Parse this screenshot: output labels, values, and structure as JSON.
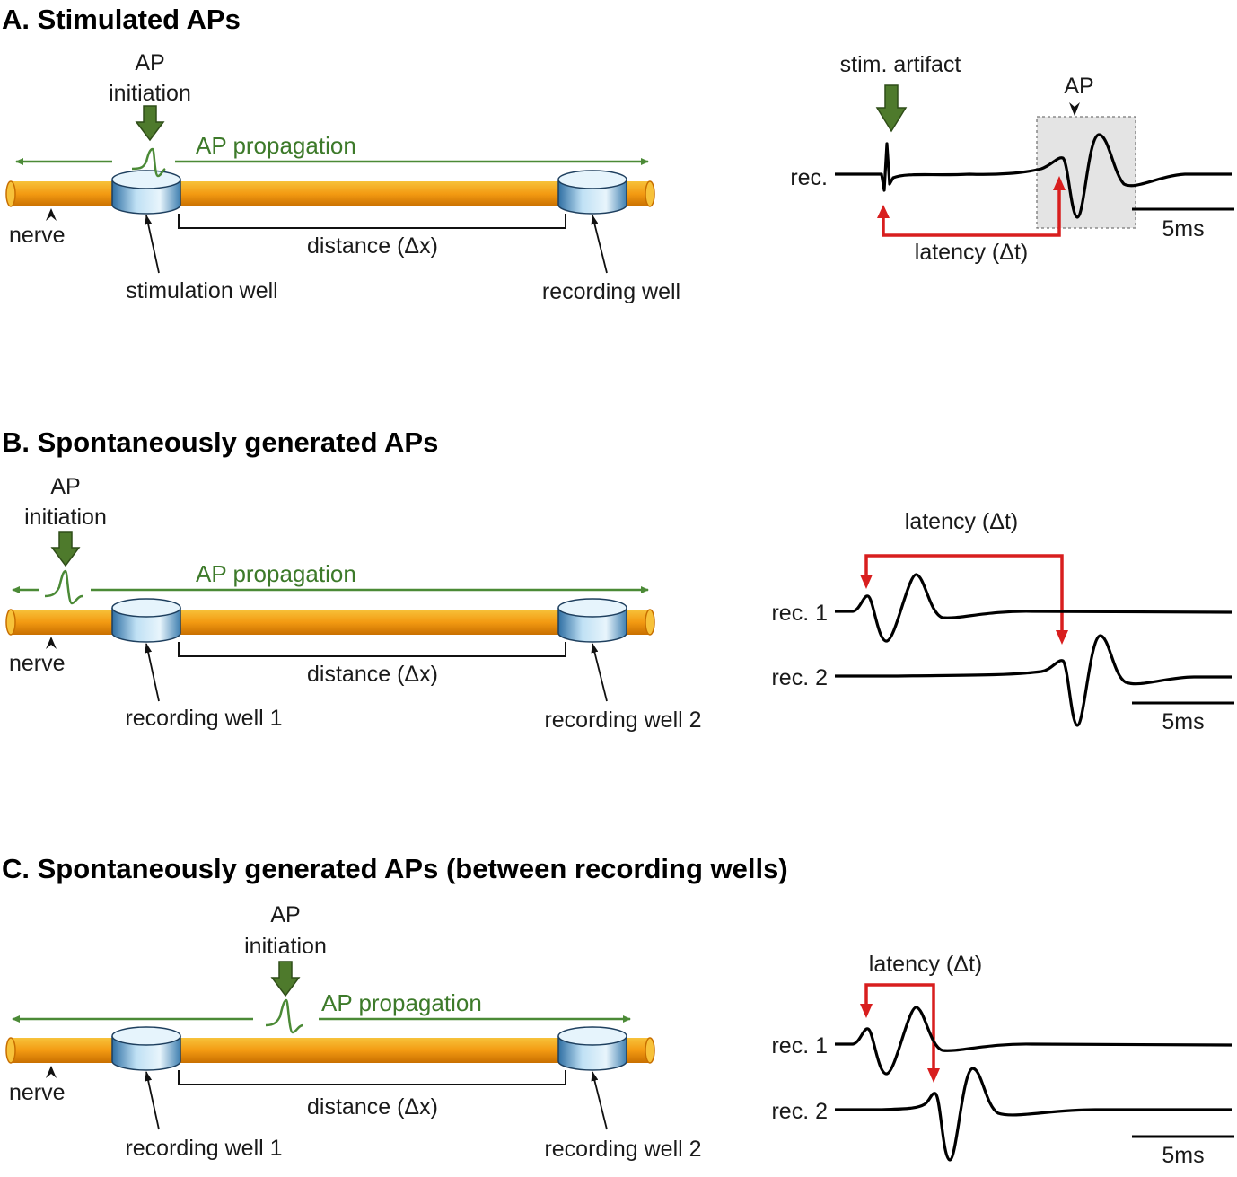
{
  "colors": {
    "nerve": "#f0a11a",
    "nerve_edge": "#c86f00",
    "well": "#cde7f6",
    "well_edge": "#2a5d8a",
    "propagation": "#4b8a36",
    "arrow_initiation": "#4e7a2c",
    "latency": "#d81e1e",
    "trace": "#000000",
    "ap_box": "#e4e4e4"
  },
  "panels": {
    "a": {
      "title": "A. Stimulated APs",
      "ap_initiation_line1": "AP",
      "ap_initiation_line2": "initiation",
      "ap_propagation": "AP propagation",
      "nerve": "nerve",
      "distance": "distance (Δx)",
      "well_left": "stimulation well",
      "well_right": "recording well",
      "stim_artifact": "stim. artifact",
      "ap_marker": "AP",
      "rec": "rec.",
      "latency": "latency (Δt)",
      "scale": "5ms"
    },
    "b": {
      "title": "B. Spontaneously generated APs",
      "ap_initiation_line1": "AP",
      "ap_initiation_line2": "initiation",
      "ap_propagation": "AP propagation",
      "nerve": "nerve",
      "distance": "distance (Δx)",
      "well_left": "recording well 1",
      "well_right": "recording well 2",
      "latency": "latency (Δt)",
      "rec1": "rec. 1",
      "rec2": "rec. 2",
      "scale": "5ms"
    },
    "c": {
      "title": "C. Spontaneously generated APs (between recording wells)",
      "ap_initiation_line1": "AP",
      "ap_initiation_line2": "initiation",
      "ap_propagation": "AP propagation",
      "nerve": "nerve",
      "distance": "distance (Δx)",
      "well_left": "recording well 1",
      "well_right": "recording well 2",
      "latency": "latency (Δt)",
      "rec1": "rec. 1",
      "rec2": "rec. 2",
      "scale": "5ms"
    }
  }
}
